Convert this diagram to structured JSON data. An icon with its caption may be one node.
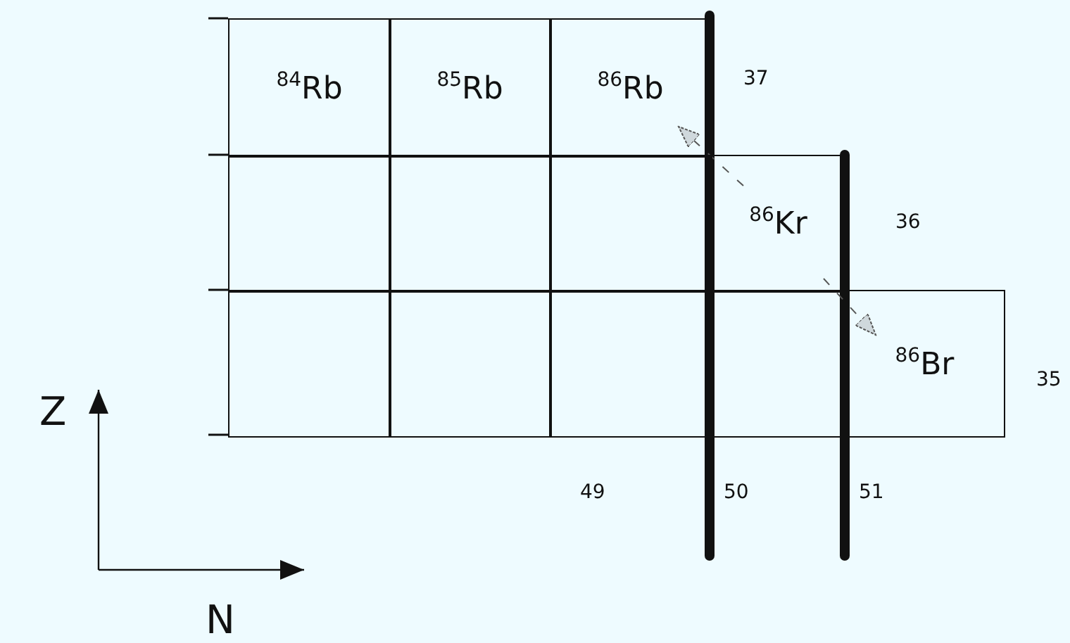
{
  "diagram": {
    "nodes": [
      {
        "text": [
          "$^{84}$Rb"
        ]
      },
      {
        "text": [
          "$^{85}$Rb"
        ]
      },
      {
        "text": [
          "$^{86}$Rb"
        ]
      },
      {
        "text": [],
        "shape": "box"
      },
      {
        "text": [],
        "shape": "box"
      },
      {
        "text": [],
        "shape": "box"
      },
      {
        "text": [
          "$^{86}$Kr"
        ]
      },
      {
        "text": [],
        "shape": "box"
      },
      {
        "text": [],
        "shape": "box"
      },
      {
        "text": [],
        "shape": "box"
      },
      {
        "text": [],
        "shape": "box"
      },
      {
        "text": [
          "$^{86}$Br"
        ]
      }
    ],
    "edges": [
      {
        "from": 6,
        "to": 2,
        "arrow": "to",
        "style": "dashed"
      },
      {
        "from": 6,
        "to": 11,
        "arrow": "to",
        "style": "dashed"
      }
    ],
    "labels": [
      "37",
      "36",
      "35",
      "49",
      "50",
      "51",
      "Z",
      "N"
    ]
  }
}
